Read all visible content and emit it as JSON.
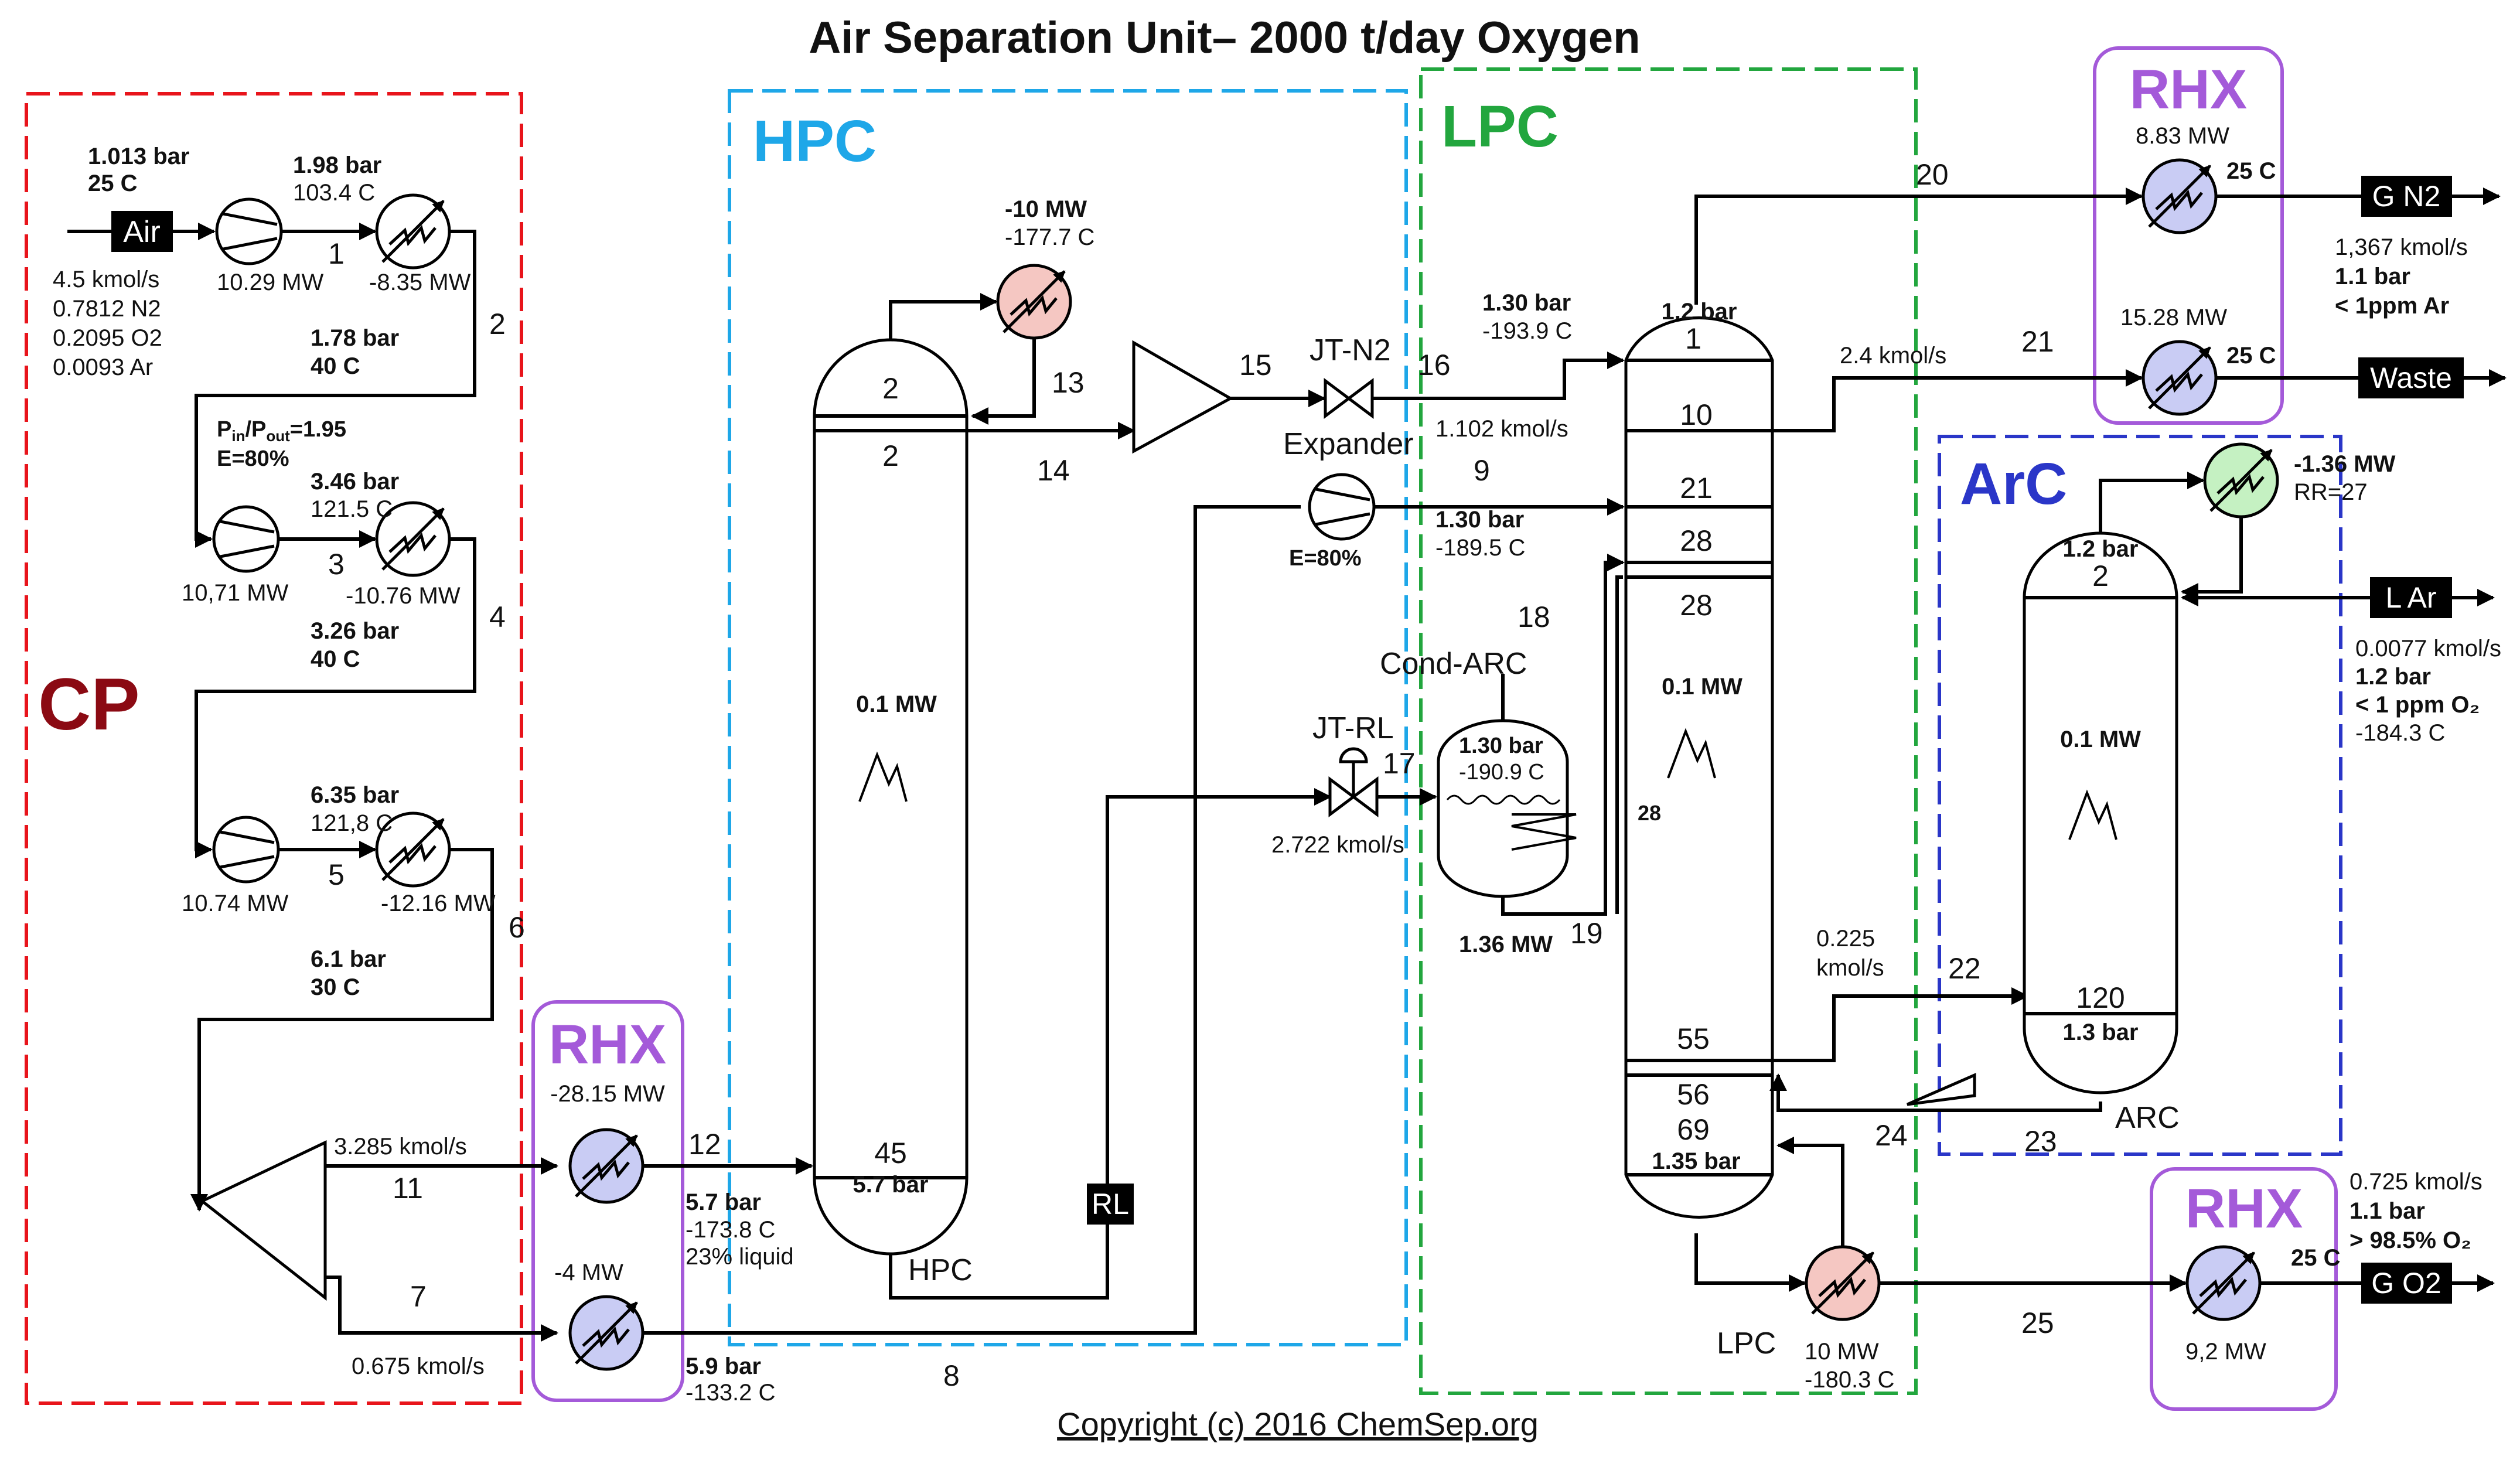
{
  "title": "Air Separation Unit– 2000 t/day Oxygen",
  "copyright": "Copyright (c) 2016 ChemSep.org",
  "colors": {
    "cp": "#e8141b",
    "hpc": "#1ea7e8",
    "lpc": "#22a63e",
    "arc": "#2a36c8",
    "rhx": "#a45ad9",
    "cp_label": "#8b0a13",
    "cold_hx": "#c9ccf4",
    "hot_hx": "#f5c7c2",
    "cond_hx": "#c5f1c2"
  },
  "sections": {
    "cp": "CP",
    "hpc": "HPC",
    "lpc": "LPC",
    "arc": "ArC",
    "rhx": "RHX"
  },
  "tags": {
    "air": "Air",
    "gn2": "G N2",
    "waste": "Waste",
    "lar": "L Ar",
    "go2": "G O2",
    "rl": "RL"
  },
  "feed": {
    "pressure": "1.013 bar",
    "temp": "25 C",
    "flow": "4.5 kmol/s",
    "n2": "0.7812 N2",
    "o2": "0.2095 O2",
    "ar": "0.0093 Ar"
  },
  "compressor": {
    "s1_p": "1.98 bar",
    "s1_t": "103.4 C",
    "s1_num": "1",
    "c1_duty": "10.29 MW",
    "hx1_duty": "-8.35 MW",
    "s2_num": "2",
    "s2_p": "1.78 bar",
    "s2_t": "40 C",
    "ratio": "P",
    "ratio_in": "in",
    "ratio_mid": "/P",
    "ratio_out": "out",
    "ratio_val": "=1.95",
    "eff": "E=80%",
    "s3_p": "3.46 bar",
    "s3_t": "121.5 C",
    "s3_num": "3",
    "c2_duty": "10,71 MW",
    "hx2_duty": "-10.76 MW",
    "s4_num": "4",
    "s4_p": "3.26 bar",
    "s4_t": "40 C",
    "s5_p": "6.35 bar",
    "s5_t": "121,8 C",
    "s5_num": "5",
    "c3_duty": "10.74 MW",
    "hx3_duty": "-12.16 MW",
    "s6_num": "6",
    "s6_p": "6.1 bar",
    "s6_t": "30 C"
  },
  "splitter": {
    "flow11": "3.285 kmol/s",
    "s11": "11",
    "s7": "7",
    "flow7": "0.675 kmol/s"
  },
  "rhx_left": {
    "duty_top": "-28.15 MW",
    "duty_bot": "-4 MW",
    "s12": "12",
    "s12_p": "5.7 bar",
    "s12_t": "-173.8 C",
    "s12_liq": "23% liquid",
    "s8_p": "5.9 bar",
    "s8_t": "-133.2 C",
    "s8": "8"
  },
  "hpc": {
    "cond_duty": "-10 MW",
    "cond_t": "-177.7 C",
    "s13": "13",
    "s14": "14",
    "tray_top1": "2",
    "tray_top2": "2",
    "duty": "0.1 MW",
    "tray_bot": "45",
    "p_bot": "5.7 bar",
    "name": "HPC"
  },
  "lpc_area": {
    "s15": "15",
    "jt_n2": "JT-N2",
    "s16": "16",
    "expander": "Expander",
    "flow16": "1.102 kmol/s",
    "s9": "9",
    "exp_eff": "E=80%",
    "in1_p": "1.30 bar",
    "in1_t": "-193.9 C",
    "in2_p": "1.30 bar",
    "in2_t": "-189.5 C",
    "s18": "18",
    "cond_arc": "Cond-ARC",
    "jt_rl": "JT-RL",
    "s17": "17",
    "flow17": "2.722 kmol/s",
    "ca_p": "1.30 bar",
    "ca_t": "-190.9 C",
    "ca_duty": "1.36 MW",
    "s19": "19"
  },
  "lpc": {
    "p_top": "1.2 bar",
    "tray1": "1",
    "tray10": "10",
    "tray21": "21",
    "tray28a": "28",
    "tray28b": "28",
    "duty": "0.1 MW",
    "tray28c": "28",
    "tray55": "55",
    "tray56": "56",
    "tray69": "69",
    "p_bot": "1.35 bar",
    "name": "LPC",
    "reb_duty": "10 MW",
    "reb_t": "-180.3 C",
    "s20": "20",
    "s21": "21",
    "flow21": "2.4 kmol/s",
    "s22": "22",
    "flow22": "0.225",
    "flow22_unit": "kmol/s",
    "s24": "24",
    "s23": "23",
    "s25": "25"
  },
  "arc": {
    "cond_duty": "-1.36 MW",
    "rr": "RR=27",
    "p_top": "1.2 bar",
    "tray_top": "2",
    "duty": "0.1 MW",
    "tray_bot": "120",
    "p_bot": "1.3 bar",
    "name": "ARC"
  },
  "rhx_top": {
    "gn2_duty": "8.83 MW",
    "gn2_t": "25 C",
    "waste_duty": "15.28 MW",
    "waste_t": "25 C"
  },
  "rhx_bot": {
    "duty": "9,2 MW",
    "t": "25 C"
  },
  "products": {
    "gn2_flow": "1,367 kmol/s",
    "gn2_p": "1.1 bar",
    "gn2_purity": "< 1ppm Ar",
    "lar_flow": "0.0077 kmol/s",
    "lar_p": "1.2 bar",
    "lar_purity": "< 1 ppm O₂",
    "lar_t": "-184.3 C",
    "go2_flow": "0.725 kmol/s",
    "go2_p": "1.1 bar",
    "go2_purity": "> 98.5% O₂"
  }
}
